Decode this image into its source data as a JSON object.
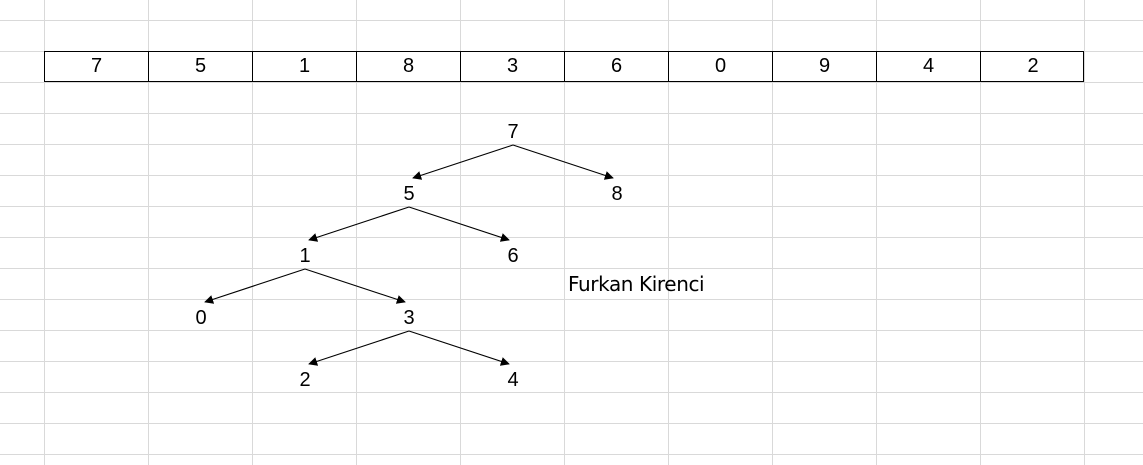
{
  "array": [
    "7",
    "5",
    "1",
    "8",
    "3",
    "6",
    "0",
    "9",
    "4",
    "2"
  ],
  "tree": {
    "nodes": [
      "7",
      "5",
      "8",
      "1",
      "6",
      "0",
      "3",
      "2",
      "4"
    ],
    "edges": [
      [
        "7",
        "5"
      ],
      [
        "7",
        "8"
      ],
      [
        "5",
        "1"
      ],
      [
        "5",
        "6"
      ],
      [
        "1",
        "0"
      ],
      [
        "1",
        "3"
      ],
      [
        "3",
        "2"
      ],
      [
        "3",
        "4"
      ]
    ]
  },
  "author": "Furkan Kirenci",
  "colors": {
    "gridline": "#d9d9d9",
    "text": "#000000",
    "border": "#000000"
  }
}
